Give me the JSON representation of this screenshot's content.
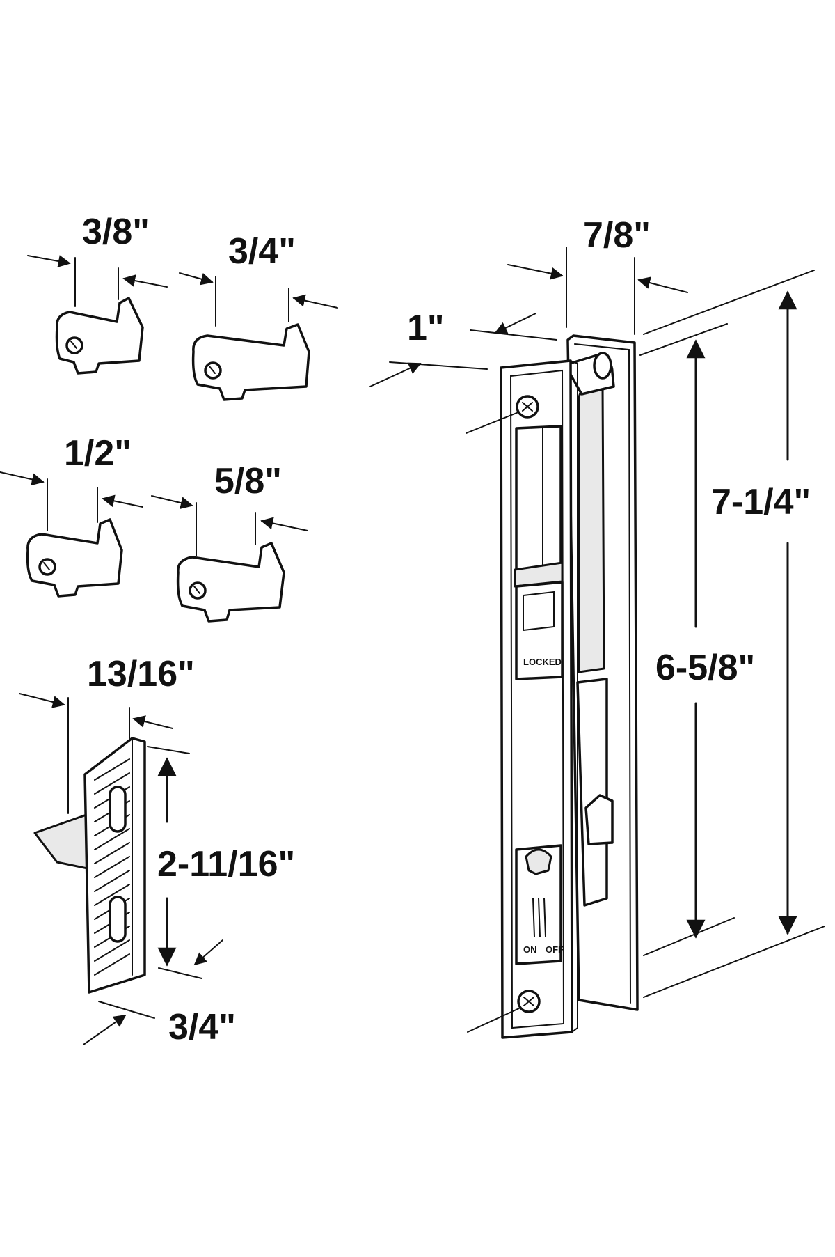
{
  "diagram": {
    "keepers": [
      {
        "id": "keeper-3-8",
        "label": "3/8\""
      },
      {
        "id": "keeper-3-4",
        "label": "3/4\""
      },
      {
        "id": "keeper-1-2",
        "label": "1/2\""
      },
      {
        "id": "keeper-5-8",
        "label": "5/8\""
      }
    ],
    "strike": {
      "width_label": "13/16\"",
      "height_label": "2-11/16\"",
      "depth_label": "3/4\""
    },
    "handle": {
      "width_label": "7/8\"",
      "depth_label": "1\"",
      "overall_height_label": "7-1/4\"",
      "hole_spacing_label": "6-5/8\"",
      "locked_text": "LOCKED",
      "on_text": "ON",
      "off_text": "OFF"
    },
    "colors": {
      "line": "#111111",
      "background": "#ffffff"
    }
  }
}
